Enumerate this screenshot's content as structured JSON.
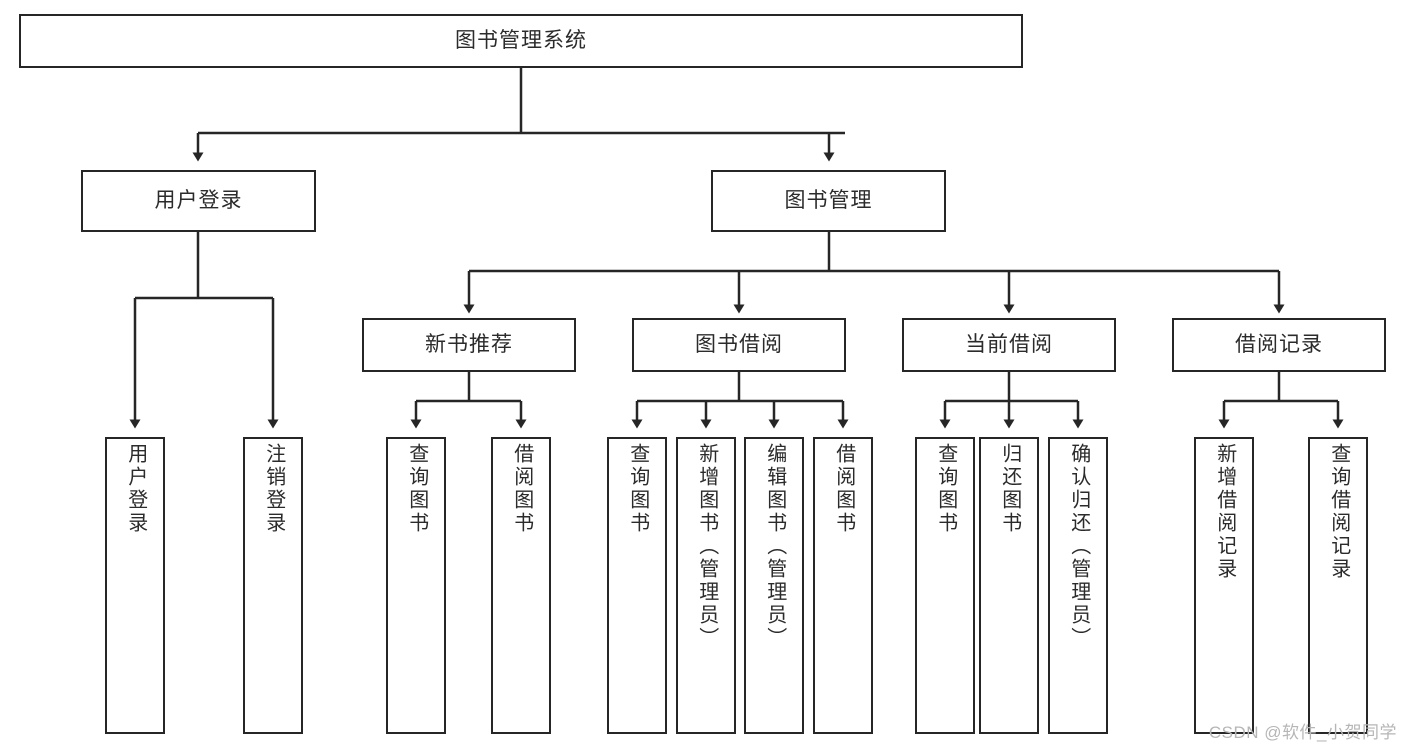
{
  "diagram": {
    "title": "图书管理系统",
    "type": "tree-hierarchy-diagram",
    "watermark": "CSDN @软件_小贺同学",
    "colors": {
      "stroke": "#262626",
      "fill": "#ffffff",
      "text": "#2b2b2b",
      "watermark": "#b6b6b6"
    },
    "root": {
      "label": "图书管理系统"
    },
    "level2": [
      {
        "label": "用户登录"
      },
      {
        "label": "图书管理"
      }
    ],
    "level3": [
      {
        "label": "新书推荐"
      },
      {
        "label": "图书借阅"
      },
      {
        "label": "当前借阅"
      },
      {
        "label": "借阅记录"
      }
    ],
    "leaves": {
      "user_login": [
        {
          "label": "用户登录"
        },
        {
          "label": "注销登录"
        }
      ],
      "new_book_recommend": [
        {
          "label": "查询图书"
        },
        {
          "label": "借阅图书"
        }
      ],
      "book_borrow": [
        {
          "label": "查询图书"
        },
        {
          "label": "新增图书（管理员）"
        },
        {
          "label": "编辑图书（管理员）"
        },
        {
          "label": "借阅图书"
        }
      ],
      "current_borrow": [
        {
          "label": "查询图书"
        },
        {
          "label": "归还图书"
        },
        {
          "label": "确认归还（管理员）"
        }
      ],
      "borrow_record": [
        {
          "label": "新增借阅记录"
        },
        {
          "label": "查询借阅记录"
        }
      ]
    }
  }
}
